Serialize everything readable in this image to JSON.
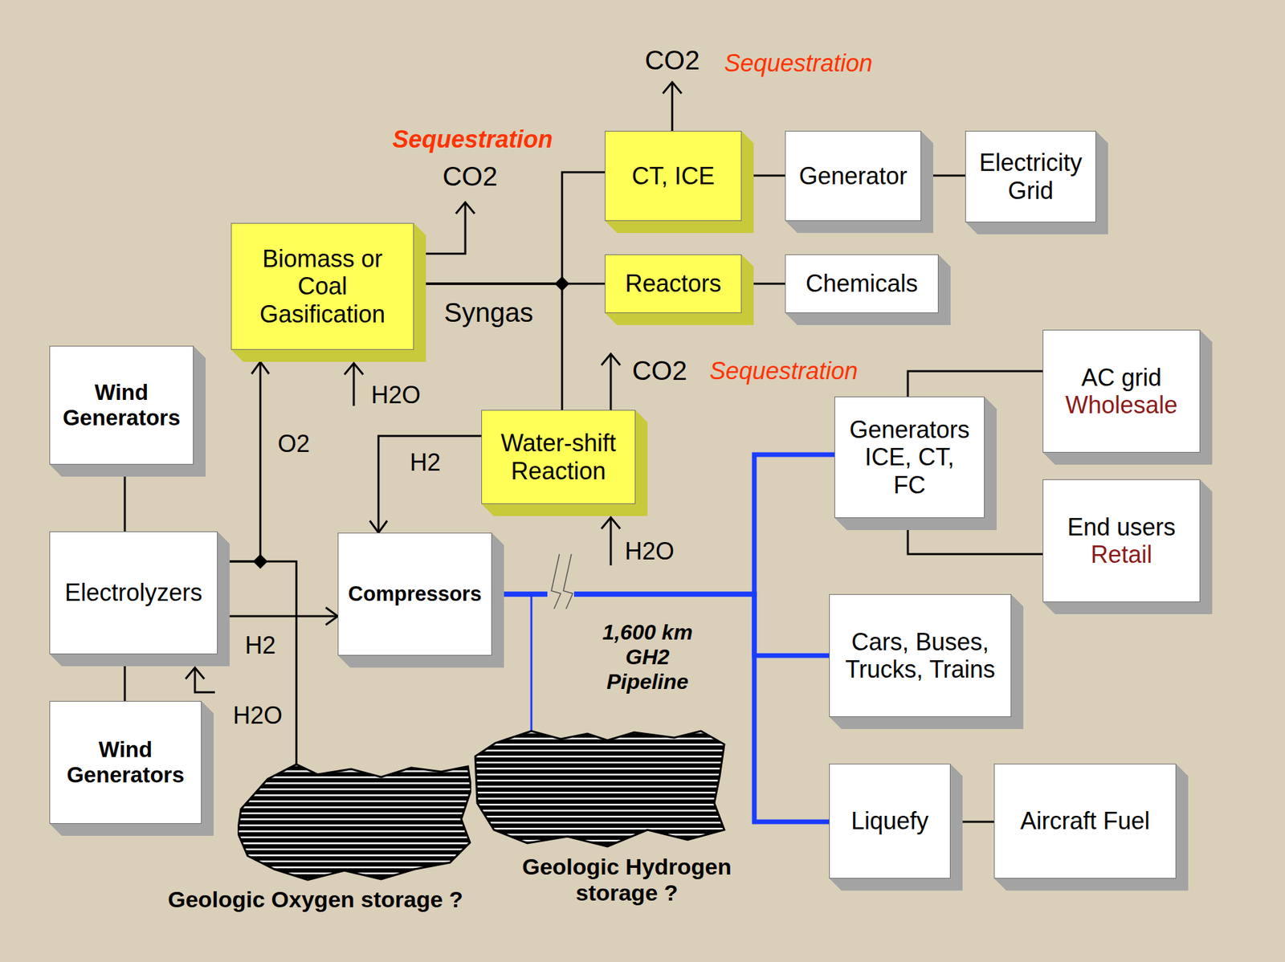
{
  "diagram": {
    "nodes": [
      {
        "text": [
          "Biomass or Coal Gasification"
        ]
      },
      {
        "text": [
          "CT, ICE"
        ]
      },
      {
        "text": [
          "Generator"
        ]
      },
      {
        "text": [
          "Electricity Grid"
        ]
      },
      {
        "text": [
          "Reactors"
        ]
      },
      {
        "text": [
          "Chemicals"
        ]
      },
      {
        "text": [
          "Wind Generators"
        ]
      },
      {
        "text": [
          "Water-shift Reaction"
        ]
      },
      {
        "text": [
          "Generators ICE, CT, FC"
        ]
      },
      {
        "text": [
          "AC grid",
          "Wholesale"
        ]
      },
      {
        "text": [
          "End users",
          "Retail"
        ]
      },
      {
        "text": [
          "Electrolyzers"
        ]
      },
      {
        "text": [
          "Compressors"
        ]
      },
      {
        "text": [
          "Cars, Buses, Trucks, Trains"
        ]
      },
      {
        "text": [
          "Wind Generators"
        ]
      },
      {
        "text": [
          "Liquefy"
        ]
      },
      {
        "text": [
          "Aircraft Fuel"
        ]
      },
      {
        "text": [
          "Geologic Oxygen storage ?"
        ]
      },
      {
        "text": [
          "Geologic Hydrogen storage ?"
        ]
      }
    ],
    "edges": [
      {
        "from": 6,
        "to": 11,
        "arrow": "none"
      },
      {
        "from": 14,
        "to": 11,
        "arrow": "none"
      },
      {
        "from": 11,
        "to": 12,
        "arrow": "to",
        "label": "H2"
      },
      {
        "from": 11,
        "to": 0,
        "arrow": "to",
        "label": "O2"
      },
      {
        "from": 11,
        "to": 17,
        "arrow": "none"
      },
      {
        "from": 0,
        "to": 1,
        "arrow": "none"
      },
      {
        "from": 0,
        "to": 4,
        "arrow": "none",
        "label": "Syngas"
      },
      {
        "from": 0,
        "to": 7,
        "arrow": "none"
      },
      {
        "from": 1,
        "to": 2,
        "arrow": "none"
      },
      {
        "from": 2,
        "to": 3,
        "arrow": "none"
      },
      {
        "from": 4,
        "to": 5,
        "arrow": "none"
      },
      {
        "from": 7,
        "to": 12,
        "arrow": "to",
        "label": "H2"
      },
      {
        "from": 12,
        "to": 8,
        "arrow": "none",
        "label": "1,600 km GH2 Pipeline"
      },
      {
        "from": 12,
        "to": 13,
        "arrow": "none"
      },
      {
        "from": 12,
        "to": 15,
        "arrow": "none"
      },
      {
        "from": 12,
        "to": 18,
        "arrow": "none"
      },
      {
        "from": 8,
        "to": 9,
        "arrow": "none"
      },
      {
        "from": 8,
        "to": 10,
        "arrow": "none"
      },
      {
        "from": 15,
        "to": 16,
        "arrow": "none"
      }
    ],
    "labels": [
      "CO2",
      "Sequestration",
      "Sequestration",
      "CO2",
      "CO2",
      "Sequestration",
      "H2O",
      "H2O",
      "H2O"
    ]
  }
}
